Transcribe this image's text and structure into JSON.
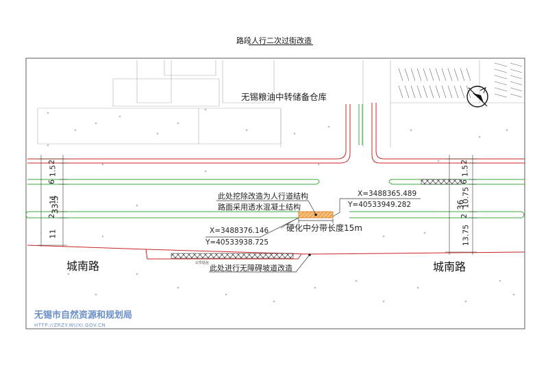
{
  "title": "路段人行二次过街改造",
  "warehouse": "无锡粮油中转储备仓库",
  "road_left": "城南路",
  "road_right": "城南路",
  "note_excavate_1": "此处挖除改造为人行道结构",
  "note_excavate_2": "路面采用透水混凝土结构",
  "note_median": "硬化中分带长度15m",
  "note_barrier_free": "此处进行无障碍坡道改造",
  "bus_stop": "公交站台",
  "coord_right_x": "X=3488365.489",
  "coord_right_y": "Y=40533949.282",
  "coord_left_x": "X=3488376.146",
  "coord_left_y": "Y=40533938.725",
  "dims_left": [
    "2",
    "1.5",
    "6",
    "11",
    "2",
    "11"
  ],
  "dim_left_total": "33.5",
  "dims_right": [
    "2",
    "1.5",
    "6",
    "10.75",
    "2",
    "13.75"
  ],
  "dim_right_total": "36",
  "logo_text": "无锡市自然资源和规划局",
  "logo_url": "HTTP://ZRZY.WUXI.GOV.CN",
  "colors": {
    "red": "#cc2020",
    "green": "#3caa3c",
    "hatch": "#e8902a",
    "ink": "#222222"
  }
}
